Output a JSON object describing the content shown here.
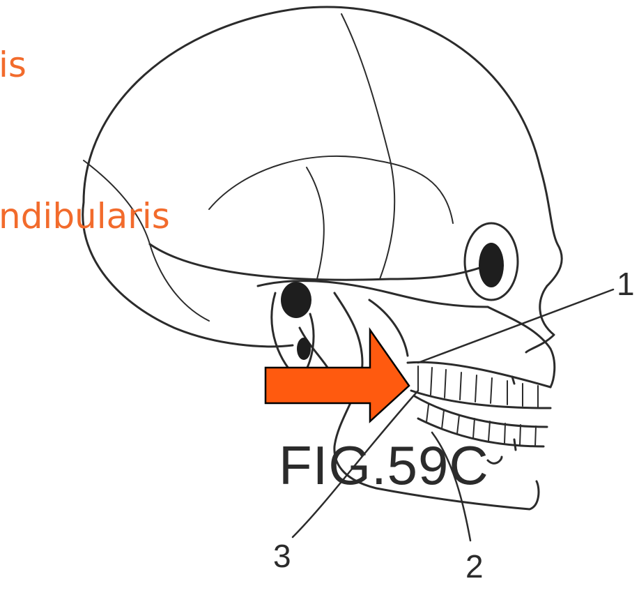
{
  "overlay_texts": [
    {
      "id": "top-fragment",
      "text": "is"
    },
    {
      "id": "middle-fragment",
      "text": "ndibularis"
    }
  ],
  "figure": {
    "caption": "FIG.59C",
    "labels": [
      "1",
      "2",
      "3"
    ]
  },
  "colors": {
    "accent": "#F26B2C",
    "arrow_fill": "#FF5A0F",
    "arrow_stroke": "#000000",
    "line_art": "#2b2b2b"
  }
}
